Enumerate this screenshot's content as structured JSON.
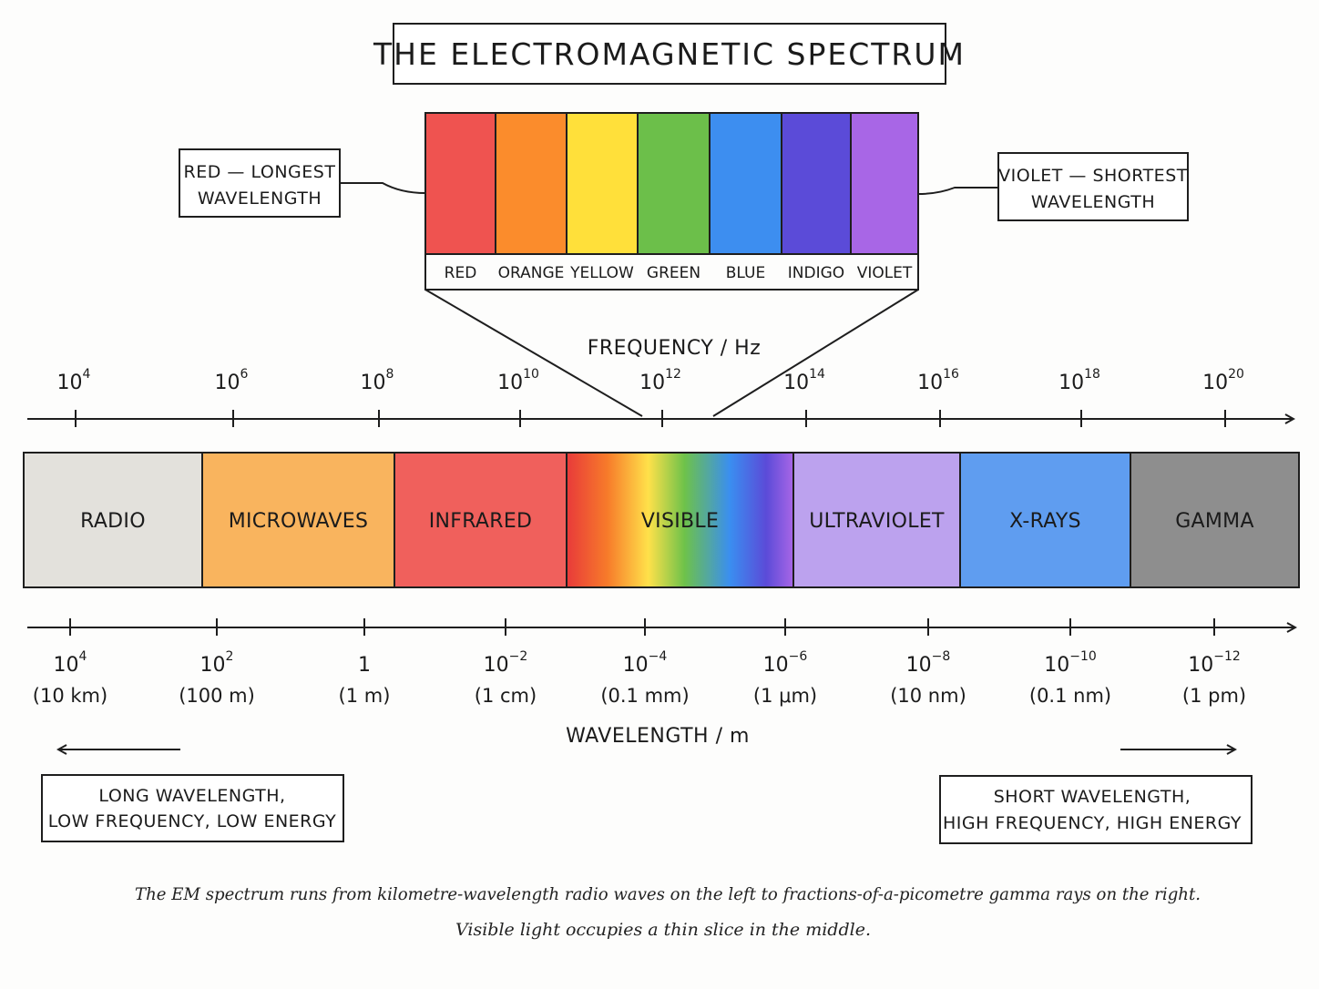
{
  "title": "THE ELECTROMAGNETIC SPECTRUM",
  "visible_colors": [
    {
      "label": "RED",
      "color": "#ef5350"
    },
    {
      "label": "ORANGE",
      "color": "#fb8c2c"
    },
    {
      "label": "YELLOW",
      "color": "#ffe03a"
    },
    {
      "label": "GREEN",
      "color": "#6cbf4a"
    },
    {
      "label": "BLUE",
      "color": "#3d8ef0"
    },
    {
      "label": "INDIGO",
      "color": "#5b4bd8"
    },
    {
      "label": "VIOLET",
      "color": "#a866e6"
    }
  ],
  "callouts": {
    "red": [
      "RED — LONGEST",
      "WAVELENGTH"
    ],
    "violet": [
      "VIOLET — SHORTEST",
      "WAVELENGTH"
    ]
  },
  "frequency_axis": {
    "title": "FREQUENCY / Hz",
    "ticks": [
      {
        "base": "10",
        "exp": "4"
      },
      {
        "base": "10",
        "exp": "6"
      },
      {
        "base": "10",
        "exp": "8"
      },
      {
        "base": "10",
        "exp": "10"
      },
      {
        "base": "10",
        "exp": "12"
      },
      {
        "base": "10",
        "exp": "14"
      },
      {
        "base": "10",
        "exp": "16"
      },
      {
        "base": "10",
        "exp": "18"
      },
      {
        "base": "10",
        "exp": "20"
      }
    ]
  },
  "bands": [
    {
      "label": "RADIO",
      "color": "#e3e1dc"
    },
    {
      "label": "MICROWAVES",
      "color": "#f9b45e"
    },
    {
      "label": "INFRARED",
      "color": "#f0605c"
    },
    {
      "label": "VISIBLE",
      "color": "gradient"
    },
    {
      "label": "ULTRAVIOLET",
      "color": "#bca2ee"
    },
    {
      "label": "X-RAYS",
      "color": "#5f9df0"
    },
    {
      "label": "GAMMA",
      "color": "#8e8e8e"
    }
  ],
  "wavelength_axis": {
    "title": "WAVELENGTH / m",
    "ticks": [
      {
        "base": "10",
        "exp": "4",
        "sub": "(10 km)"
      },
      {
        "base": "10",
        "exp": "2",
        "sub": "(100 m)"
      },
      {
        "base": "1",
        "exp": "",
        "sub": "(1 m)"
      },
      {
        "base": "10",
        "exp": "−2",
        "sub": "(1 cm)"
      },
      {
        "base": "10",
        "exp": "−4",
        "sub": "(0.1 mm)"
      },
      {
        "base": "10",
        "exp": "−6",
        "sub": "(1 μm)"
      },
      {
        "base": "10",
        "exp": "−8",
        "sub": "(10 nm)"
      },
      {
        "base": "10",
        "exp": "−10",
        "sub": "(0.1 nm)"
      },
      {
        "base": "10",
        "exp": "−12",
        "sub": "(1 pm)"
      }
    ]
  },
  "extremes": {
    "left": [
      "LONG WAVELENGTH,",
      "LOW FREQUENCY, LOW ENERGY"
    ],
    "right": [
      "SHORT WAVELENGTH,",
      "HIGH FREQUENCY, HIGH ENERGY"
    ]
  },
  "caption": [
    "The EM spectrum runs from kilometre-wavelength radio waves on the left to fractions-of-a-picometre gamma rays on the right.",
    "Visible light occupies a thin slice in the middle."
  ]
}
